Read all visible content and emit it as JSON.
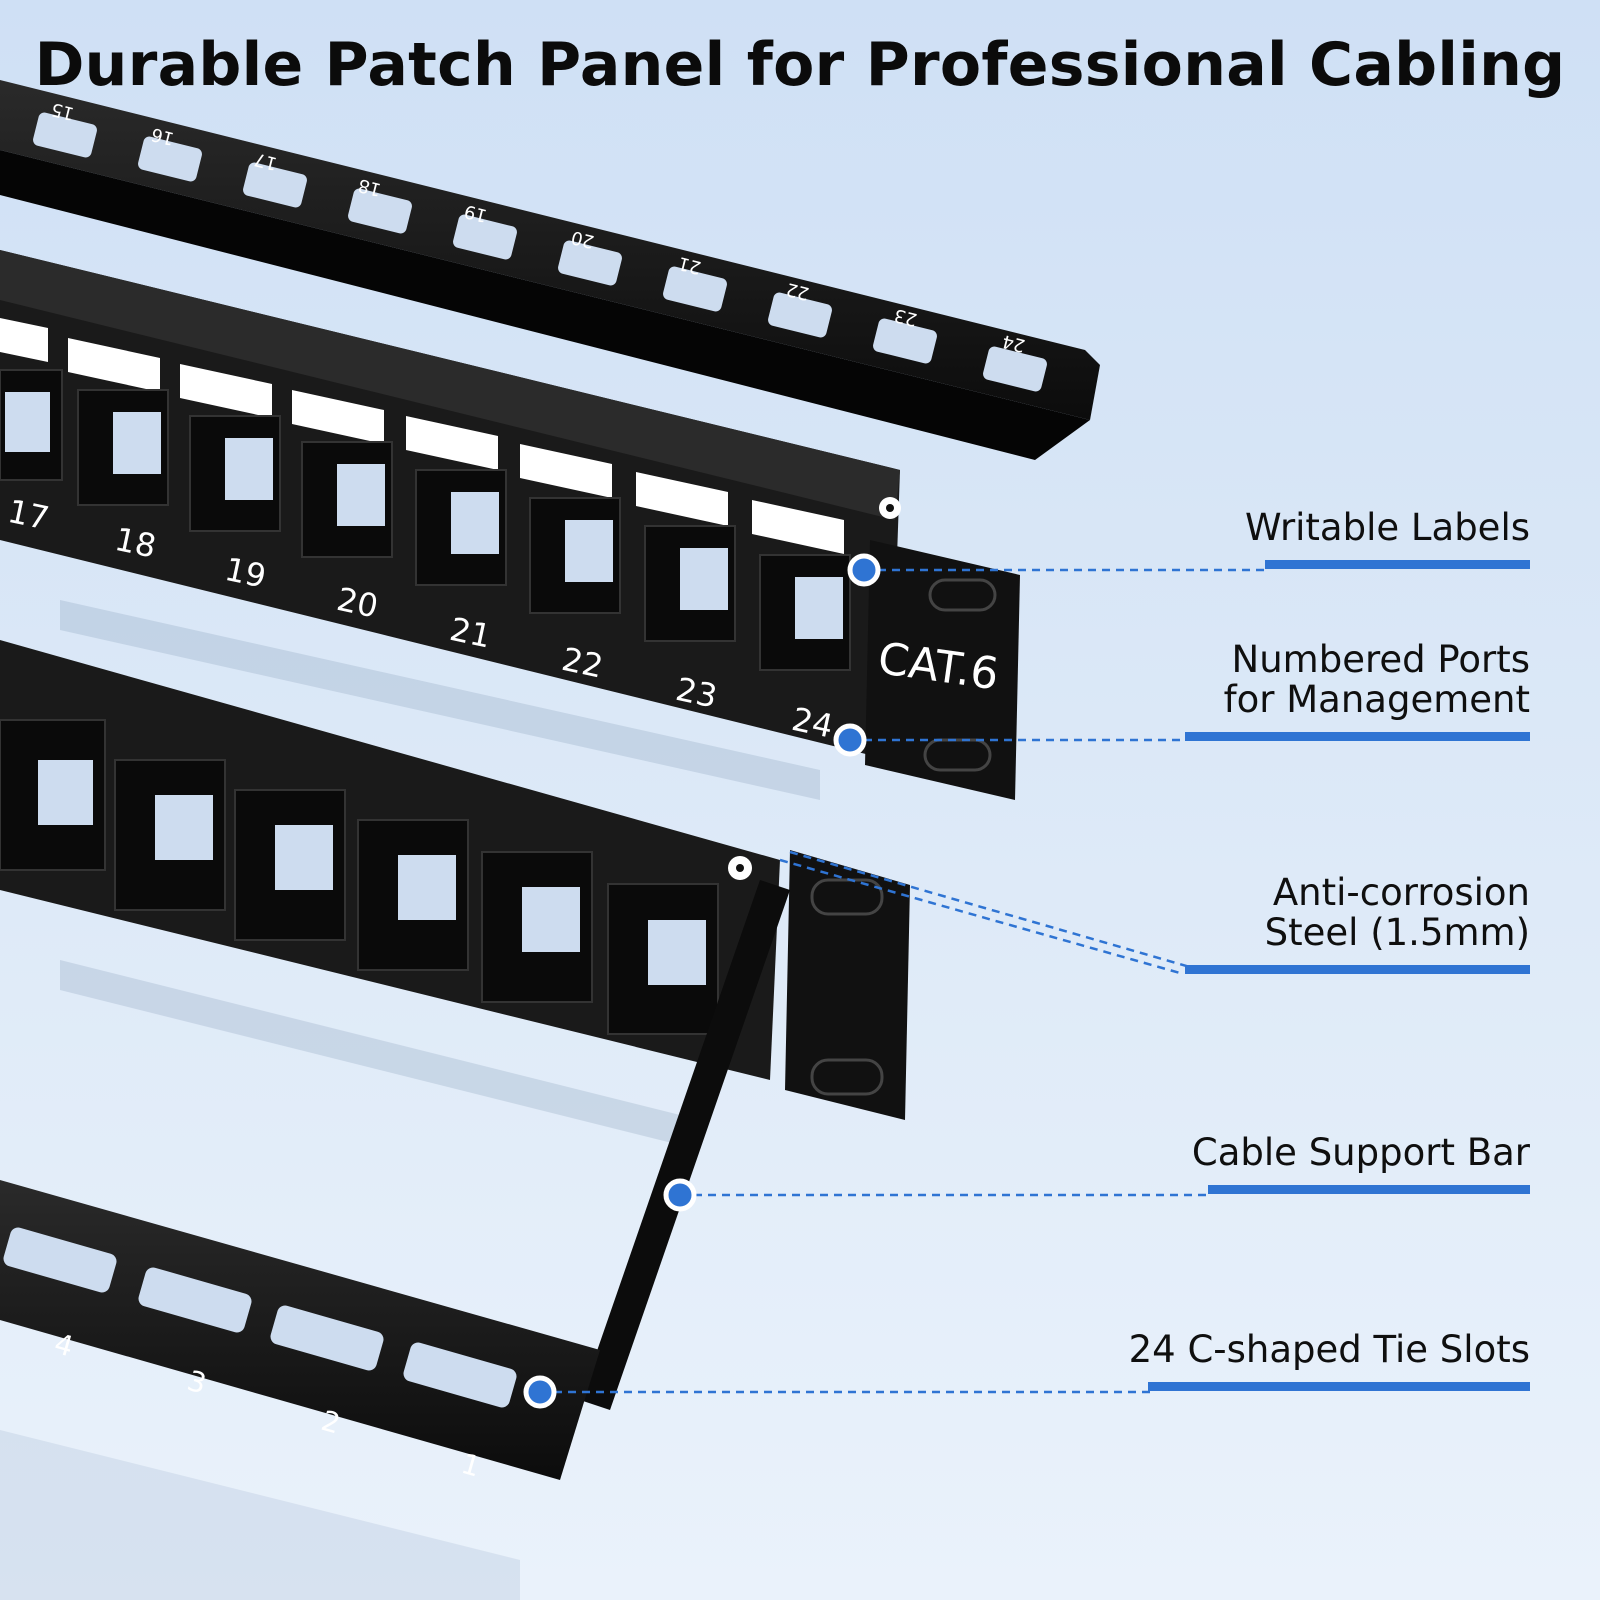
{
  "title": "Durable Patch Panel for Professional Cabling",
  "panel": {
    "model_label": "CAT.6",
    "front_port_numbers": [
      "17",
      "18",
      "19",
      "20",
      "21",
      "22",
      "23",
      "24"
    ],
    "top_bar_numbers": [
      "15",
      "16",
      "17",
      "18",
      "19",
      "20",
      "21",
      "22",
      "23",
      "24"
    ],
    "bottom_bar_numbers": [
      "4",
      "3",
      "2",
      "1"
    ]
  },
  "callouts": [
    {
      "label": "Writable Labels"
    },
    {
      "label": "Numbered Ports for Management"
    },
    {
      "label": "Anti-corrosion Steel (1.5mm)"
    },
    {
      "label": "Cable Support Bar"
    },
    {
      "label": "24 C-shaped Tie Slots"
    }
  ],
  "colors": {
    "accent": "#2f74d3",
    "panel": "#141414",
    "background": "#dbe8f7"
  }
}
